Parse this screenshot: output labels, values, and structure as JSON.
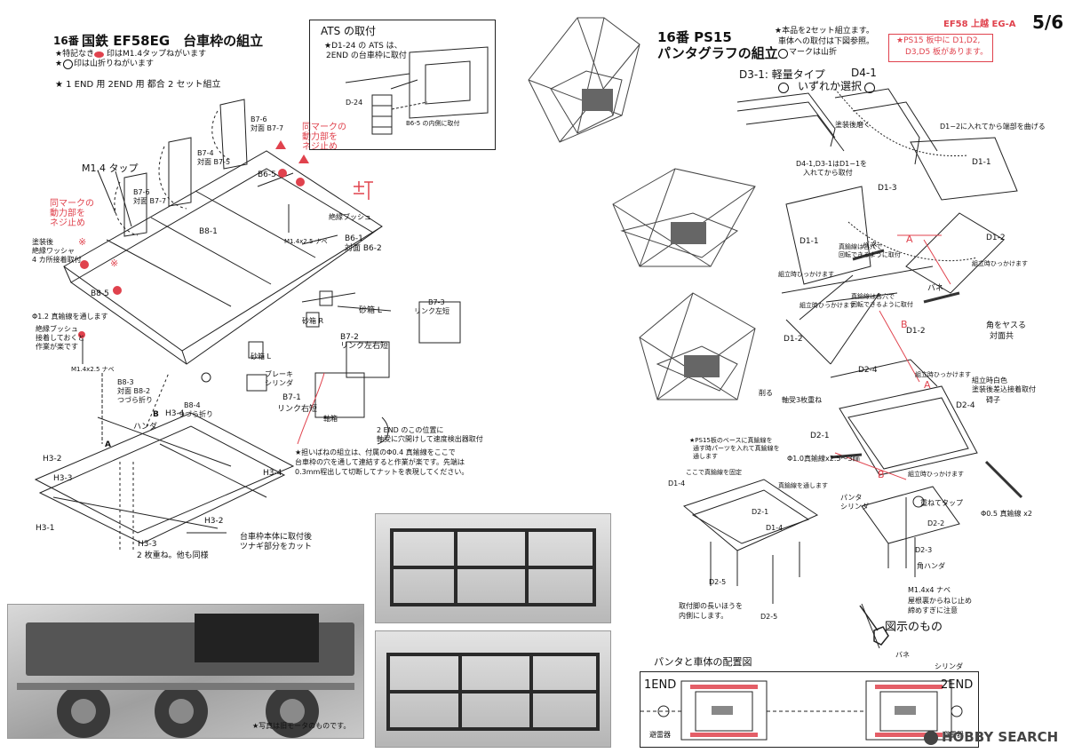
{
  "header": {
    "series": "EF58 上越 EG-A",
    "page": "5/6"
  },
  "left": {
    "title_num": "16番",
    "title": "国鉄 EF58EG　台車枠の組立",
    "notes": [
      "★特記なき",
      "印はM1.4タップねがいます",
      "★",
      "印は山折りねがいます"
    ],
    "set_note": "★ 1 END 用 2END 用 都合 2 セット組立",
    "labels": {
      "m14tap": "M1.4 タップ",
      "same_mark": [
        "同マークの",
        "動力部を",
        "ネジ止め"
      ],
      "same_mark2": [
        "同マークの",
        "動力部を",
        "ネジ止め"
      ],
      "insulator": [
        "塗装後",
        "絶縁ワッシャ",
        "4 カ所接着取付"
      ],
      "wire12": "Φ1.2 真鍮線を通します",
      "bush": [
        "絶縁ブッシュ",
        "接着しておくと",
        "作業が楽です"
      ],
      "m14x25": "M1.4x2.5 ナベ",
      "m14x25b": "M1.4x2.5 ナベ",
      "insul_bush": "絶縁ブッシュ",
      "b76a": [
        "B7-6",
        "対面 B7-7"
      ],
      "b76b": [
        "B7-6",
        "対面 B7-7"
      ],
      "b74": [
        "B7-4",
        "対面 B7-5"
      ],
      "b65": "B6-5",
      "b61": [
        "B6-1",
        "対面 B6-2"
      ],
      "b81": "B8-1",
      "b85": "B8-5",
      "b73": [
        "B7-3",
        "リンク左短"
      ],
      "b72": [
        "B7-2",
        "リンク左右短"
      ],
      "b71": [
        "B7-1",
        "リンク右短"
      ],
      "b83": [
        "B8-3",
        "対面 B8-2",
        "つづら折り"
      ],
      "b84": [
        "B8-4",
        "つづら折り"
      ],
      "sunabako_r": "砂箱 R",
      "sunabako_l": "砂箱 L",
      "sunabako_l2": "砂箱 L",
      "brake": [
        "ブレーキ",
        "シリンダ"
      ],
      "axlebox": "軸箱",
      "end2": [
        "2 END のこの位置に",
        "軸受に穴開けして速度検出器取付"
      ],
      "handa": "ハンダ",
      "h34a": "H3-4",
      "h34b": "H3-4",
      "h32a": "H3-2",
      "h32b": "H3-2",
      "h33a": "H3-3",
      "h33b": "H3-3",
      "h31": "H3-1",
      "cut": [
        "台車枠本体に取付後",
        "ツナギ部分をカット"
      ],
      "twofold": "2 枚重ね。他も同様",
      "ra": "A",
      "rb": "B"
    },
    "spring_note": [
      "★担いばねの組立は、付属のΦ0.4 真鍮線をここで",
      "台車枠の穴を通して連結すると作業が楽です。先端は",
      "0.3mm程出して切断してナットを表現してください。"
    ],
    "photo_note": "★写真は旧モータのものです。"
  },
  "ats": {
    "title": "ATS の取付",
    "desc": [
      "★D1-24 の ATS は、",
      "2END の台車枠に取付"
    ],
    "d24": "D-24",
    "inner": "B6-5 の内側に取付"
  },
  "right": {
    "title_num": "16番 PS15",
    "title": "パンタグラフの組立",
    "notes": [
      "★本品を2セット組立ます。",
      "車体への取付は下図参照。",
      "マークは山折"
    ],
    "red_note": [
      "★PS15 板中に D1,D2,",
      "D3,D5 板があります。"
    ],
    "d31": "D3-1: 軽量タイプ",
    "select": "いずれか選択",
    "d41": "D4-1",
    "tosou": "塗装後磨く",
    "d12note": "D1−2に入れてから端部を曲げる",
    "d4note": [
      "D4-1,D3-1はD1−1を",
      "入れてから取付"
    ],
    "d13": "D1-3",
    "d11a": "D1-1",
    "d11b": "D1-1",
    "d12a": "D1-2",
    "d12b": "D1-2",
    "d12c": "D1-2",
    "bane": "バネ",
    "bane2": "バネ",
    "kumi1": "組立時ひっかけます",
    "kumi2": "組立時ひっかけます",
    "kumi3": "組立時ひっかけます",
    "kumi4": "組立時ひっかけます",
    "kumi5": "組立時ひっかけます",
    "shinchu1": [
      "真鍮線は各穴で",
      "回転できるように取付"
    ],
    "shinchu2": [
      "真鍮線は各穴で",
      "回転できるように取付"
    ],
    "kado": [
      "角をヤスる",
      "対面共"
    ],
    "d24": "D2-4",
    "d24b": "D2-4",
    "jiku3": "軸受3枚重ね",
    "d21": "D2-1",
    "phi10": "Φ1.0真鍮線x2.5〜3㎜",
    "white": [
      "組立時白色",
      "塗装後差込接着取付"
    ],
    "gaishi": "碍子",
    "ps15note": [
      "★PS15板のベースに真鍮線を",
      "通す時パーツを入れて真鍮線を",
      "通します"
    ],
    "koko": "ここで真鍮線を固定",
    "d14a": "D1-4",
    "d14b": "D1-4",
    "shinchu_toshi": "真鍮線を通します",
    "d21b": "D2-1",
    "d25a": "D2-5",
    "d25b": "D2-5",
    "d22": "D2-2",
    "d23": "D2-3",
    "kasane": "重ねてタップ",
    "phi05": "Φ0.5 真鍮線 x2",
    "panta_cyl": [
      "パンタ",
      "シリンダ"
    ],
    "kakuhanda": "角ハンダ",
    "m14x4": "M1.4x4 ナベ",
    "yane": [
      "屋根裏からねじ止め",
      "締めすぎに注意"
    ],
    "toritsuke": [
      "取付脚の長いほうを",
      "内側にします。"
    ],
    "zushi": "図示のもの",
    "kiru": "削る",
    "letter_a": "A",
    "letter_a2": "A",
    "letter_b": "B",
    "letter_b2": "B"
  },
  "layout": {
    "title": "パンタと車体の配置図",
    "end1": "1END",
    "end2": "2END",
    "hiraiki1": "避雷器",
    "hiraiki2": "避雷器",
    "bane": "バネ",
    "cylinder": "シリンダ"
  },
  "watermark": "HOBBY SEARCH"
}
